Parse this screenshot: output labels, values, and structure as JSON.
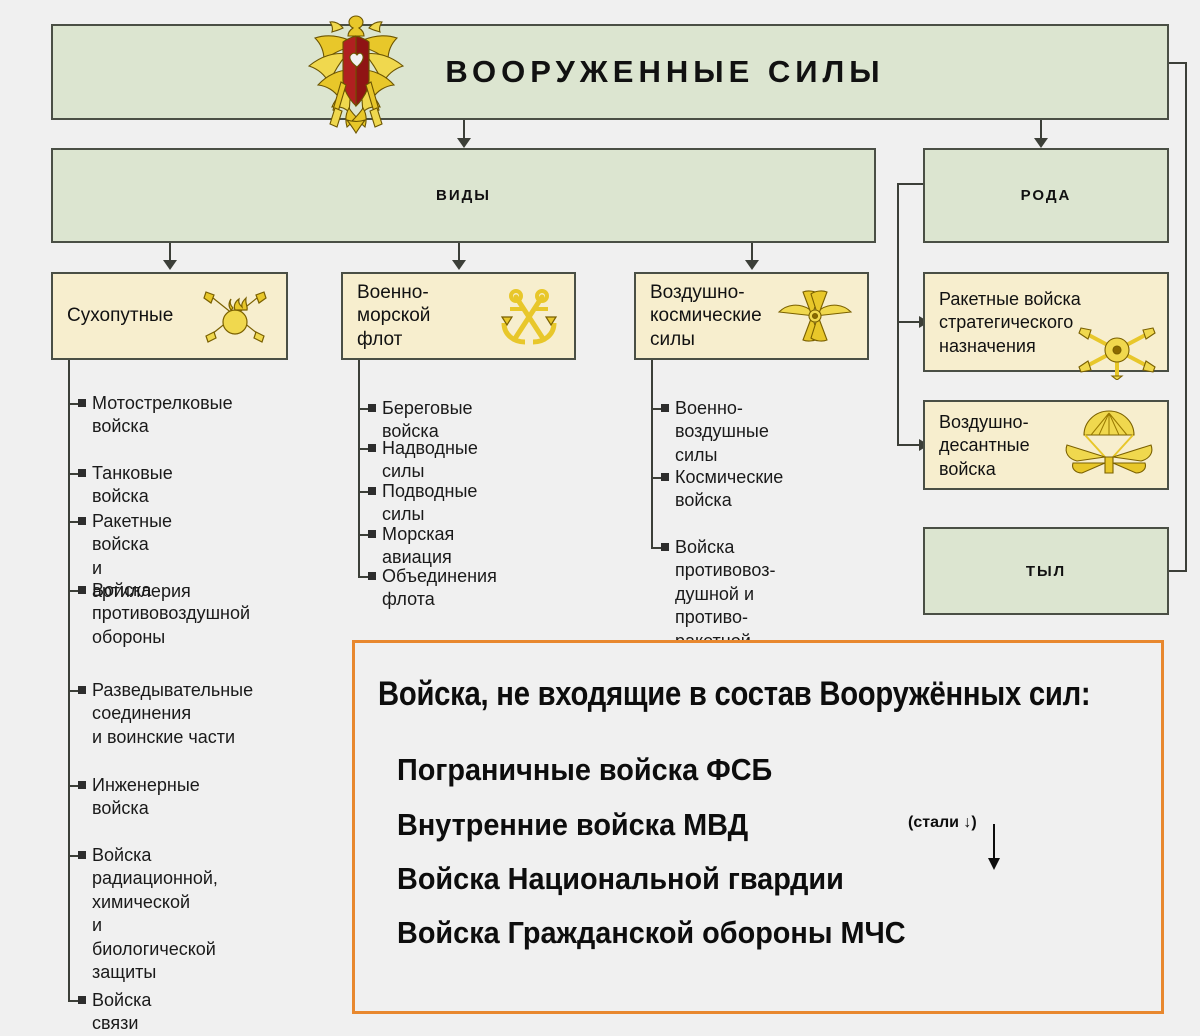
{
  "header": {
    "title": "ВООРУЖЕННЫЕ СИЛЫ",
    "emblem": "double-headed-eagle-emblem"
  },
  "tiers": {
    "vidy": "ВИДЫ",
    "roda": "РОДА",
    "tyl": "ТЫЛ"
  },
  "services": [
    {
      "name": "Сухопутные",
      "emblem": "crossed-swords-grenade-emblem",
      "items": [
        "Мотострелковые\nвойска",
        "Танковые войска",
        "Ракетные войска\nи артиллерия",
        "Войска\nпротивовоздушной\nобороны",
        "Разведывательные\nсоединения\nи воинские части",
        "Инженерные\nвойска",
        "Войска\nрадиационной,\nхимической\nи биологической\nзащиты",
        "Войска связи"
      ]
    },
    {
      "name": "Военно-\nморской\nфлот",
      "emblem": "crossed-anchors-emblem",
      "items": [
        "Береговые войска",
        "Надводные силы",
        "Подводные силы",
        "Морская авиация",
        "Объединения\nфлота"
      ]
    },
    {
      "name": "Воздушно-\nкосмические\nсилы",
      "emblem": "winged-propeller-emblem",
      "items": [
        "Военно-воздушные\nсилы",
        "Космические\nвойска",
        "Войска противовоз-\nдушной и противо-\nракетной обороны"
      ]
    }
  ],
  "arms": [
    {
      "name": "Ракетные войска\nстратегического\nназначения",
      "emblem": "missile-star-arrows-emblem"
    },
    {
      "name": "Воздушно-\nдесантные\nвойска",
      "emblem": "parachute-wings-emblem"
    }
  ],
  "panel": {
    "title": "Войска, не входящие в состав Вооружённых сил:",
    "lines": [
      "Пограничные войска ФСБ",
      "Внутренние войска МВД",
      "Войска Национальной гвардии",
      "Войска Гражданской обороны МЧС"
    ],
    "note": "(стали ↓)",
    "border_color": "#e8882e"
  },
  "colors": {
    "background": "#f0f0f0",
    "green_box": "#dce5d0",
    "cream_box": "#f7eece",
    "box_border": "#4a4f45",
    "connector": "#3c3f38",
    "emblem_gold": "#e8c72a",
    "emblem_red": "#b02020"
  }
}
